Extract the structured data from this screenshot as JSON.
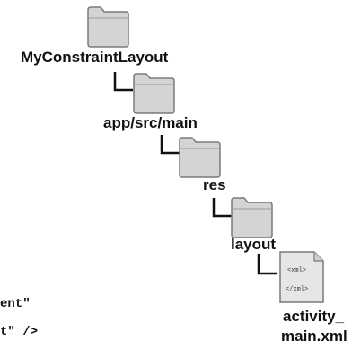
{
  "tree": [
    {
      "name": "MyConstraintLayout",
      "type": "folder"
    },
    {
      "name": "app/src/main",
      "type": "folder"
    },
    {
      "name": "res",
      "type": "folder"
    },
    {
      "name": "layout",
      "type": "folder"
    },
    {
      "name": "activity_",
      "name2": "main.xml",
      "type": "xml-file",
      "icon_tags": [
        "<xml>",
        "</xml>"
      ]
    }
  ],
  "code_fragments": [
    "ent\"",
    "t\" />"
  ],
  "colors": {
    "folder_fill": "#d4d4d4",
    "folder_stroke": "#7a7a7a",
    "connector": "#111111"
  }
}
